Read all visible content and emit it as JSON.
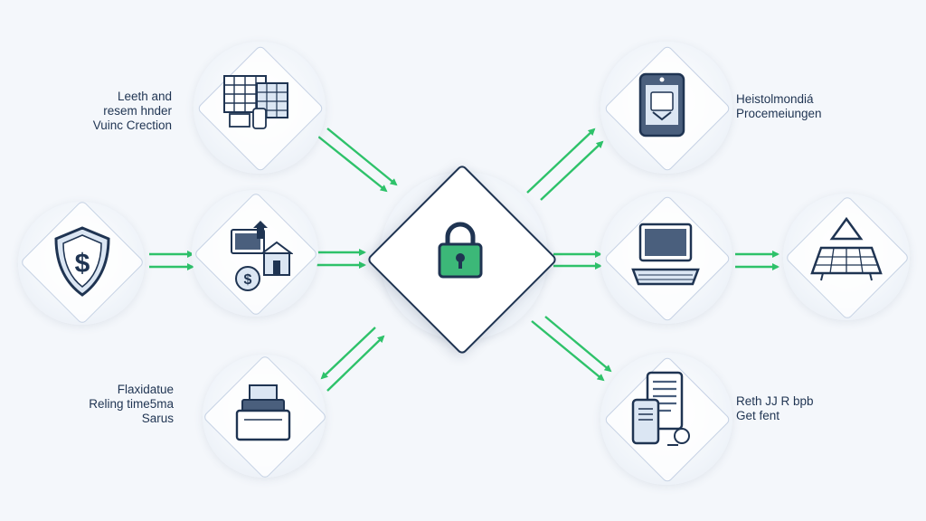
{
  "colors": {
    "background": "#f4f7fb",
    "navy": "#1f3452",
    "arrow_green": "#2ec26a",
    "lock_green": "#3cb878",
    "diamond_border": "#c6d2e4"
  },
  "labels": {
    "top_left": [
      "Leeth and",
      "resem hnder",
      "Vuinc Crection"
    ],
    "bottom_left": [
      "Flaxidatue",
      "Reling time5ma",
      "Sarus"
    ],
    "top_right": [
      "Heistolmondiá",
      "Procemeiungen"
    ],
    "bottom_right": [
      "Reth JJ R bpb",
      "Get fent"
    ]
  },
  "nodes": {
    "shield": {
      "icon": "shield-dollar-icon"
    },
    "top_left": {
      "icon": "documents-grid-icon"
    },
    "mid_left": {
      "icon": "house-finance-icon"
    },
    "bottom_left": {
      "icon": "printer-icon"
    },
    "hub": {
      "icon": "padlock-icon"
    },
    "top_right": {
      "icon": "mobile-device-icon"
    },
    "mid_right": {
      "icon": "laptop-icon"
    },
    "far_right": {
      "icon": "solar-panel-icon"
    },
    "bottom_right": {
      "icon": "tablet-phone-icon"
    }
  }
}
